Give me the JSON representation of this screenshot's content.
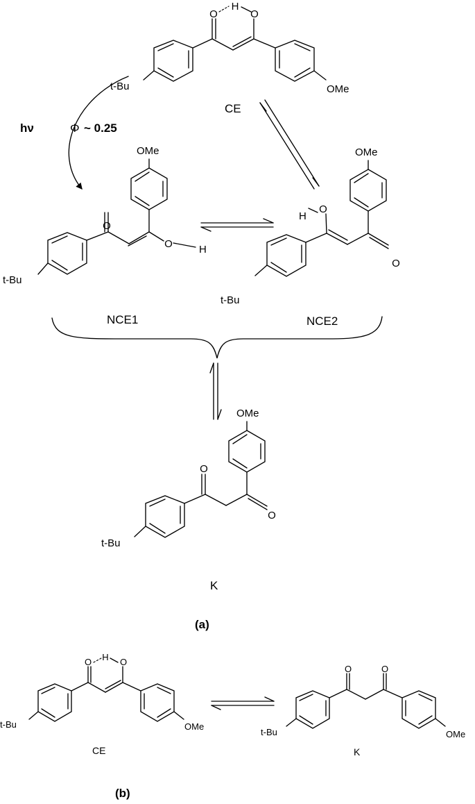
{
  "part_a": {
    "caption": "(a)",
    "irradiation": "hν",
    "quantum_yield_symbol": "Φ",
    "quantum_yield_text": "~ 0.25",
    "molecules": {
      "ce": {
        "name": "CE",
        "o1": "O",
        "h": "H",
        "o2": "O",
        "tbu": "t-Bu",
        "ome": "OMe"
      },
      "nce1": {
        "name": "NCE1",
        "o": "O",
        "oh": "O",
        "h": "H",
        "tbu": "t-Bu",
        "ome": "OMe"
      },
      "nce2": {
        "name": "NCE2",
        "h": "H",
        "oh": "O",
        "o": "O",
        "tbu": "t-Bu",
        "ome": "OMe"
      },
      "k": {
        "name": "K",
        "o1": "O",
        "o2": "O",
        "tbu": "t-Bu",
        "ome": "OMe"
      }
    }
  },
  "part_b": {
    "caption": "(b)",
    "molecules": {
      "ce": {
        "name": "CE",
        "o1": "O",
        "h": "H",
        "o2": "O",
        "tbu": "t-Bu",
        "ome": "OMe"
      },
      "k": {
        "name": "K",
        "o1": "O",
        "o2": "O",
        "tbu": "t-Bu",
        "ome": "OMe"
      }
    }
  }
}
